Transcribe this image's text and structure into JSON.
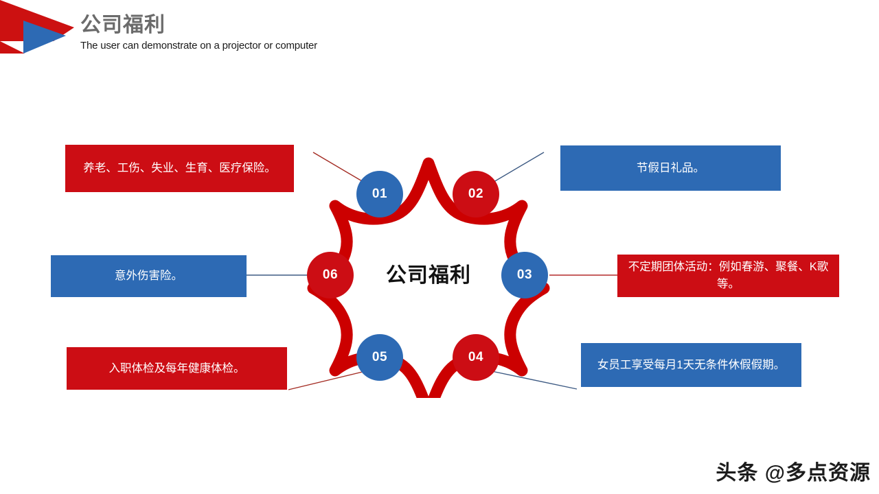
{
  "header": {
    "title": "公司福利",
    "subtitle": "The user can demonstrate on a projector or computer",
    "logo_icon": "arrow-play-logo-icon"
  },
  "diagram": {
    "center_label": "公司福利",
    "star_icon": "six-point-star-outline-icon",
    "colors": {
      "red": "#CC0D14",
      "blue": "#2D6AB4",
      "star_red": "#CC0000",
      "title_gray": "#6B6B6B"
    },
    "nodes": [
      {
        "number": "01",
        "color": "blue"
      },
      {
        "number": "02",
        "color": "red"
      },
      {
        "number": "03",
        "color": "blue"
      },
      {
        "number": "04",
        "color": "red"
      },
      {
        "number": "05",
        "color": "blue"
      },
      {
        "number": "06",
        "color": "red"
      }
    ],
    "items": [
      {
        "number": "01",
        "color": "red",
        "text": "养老、工伤、失业、生育、医疗保险。"
      },
      {
        "number": "02",
        "color": "blue",
        "text": "节假日礼品。"
      },
      {
        "number": "03",
        "color": "red",
        "text": "不定期团体活动：例如春游、聚餐、K歌等。"
      },
      {
        "number": "04",
        "color": "blue",
        "text": "女员工享受每月1天无条件休假假期。"
      },
      {
        "number": "05",
        "color": "red",
        "text": "入职体检及每年健康体检。"
      },
      {
        "number": "06",
        "color": "blue",
        "text": "意外伤害险。"
      }
    ]
  },
  "watermark": {
    "text": "头条 @多点资源"
  }
}
